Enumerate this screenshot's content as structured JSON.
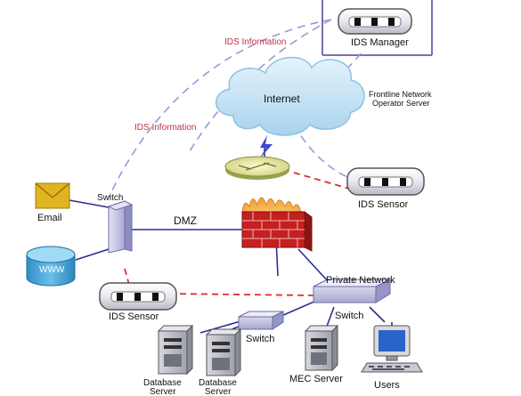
{
  "diagram": {
    "labels": {
      "ids_manager": "IDS Manager",
      "ids_info_top": "IDS Information",
      "ids_info_left": "IDS Information",
      "internet": "Internet",
      "frontline_line1": "Frontline Network",
      "frontline_line2": "Operator Server",
      "ids_sensor_right": "IDS Sensor",
      "email": "Email",
      "www": "WWW",
      "switch_left": "Switch",
      "dmz": "DMZ",
      "private_network": "Private Network",
      "switch_private": "Switch",
      "ids_sensor_left": "IDS Sensor",
      "switch_bottom": "Switch",
      "db1_line1": "Database",
      "db1_line2": "Server",
      "db2_line1": "Database",
      "db2_line2": "Server",
      "mec_server": "MEC Server",
      "users": "Users"
    },
    "colors": {
      "info_text": "#c0304a",
      "frame_line": "#7a6fb5",
      "dashed_info": "#9a98d8",
      "red_dashed": "#d93030",
      "cloud_fill": "#bfe0f2",
      "firewall": "#c42020",
      "device_body": "#e9eaf0",
      "switch_body": "#c9c9e6",
      "envelope": "#e0b420",
      "www_drum": "#3fa6dc",
      "monitor_screen": "#2a64c8"
    },
    "icons": {
      "sensor": "ids-sensor-icon",
      "cloud": "internet-cloud-icon",
      "firewall": "firewall-icon",
      "switch": "network-switch-icon",
      "server": "server-tower-icon",
      "workstation": "user-workstation-icon",
      "email": "envelope-icon",
      "www": "database-drum-icon",
      "router": "router-icon"
    }
  }
}
